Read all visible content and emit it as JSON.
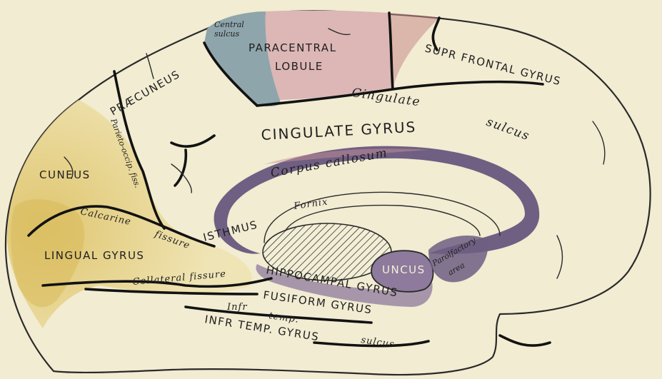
{
  "colors": {
    "background": "#f1ecd2",
    "brain_fill": "#f3efd6",
    "yellow_occipital": "#e6d48d",
    "ochre_lingual": "#d9b95a",
    "blue_central": "#8ea5ab",
    "pink_paracentral": "#dcb7b5",
    "purple_callosum": "#6f5f82",
    "purple_uncus": "#8d7a9c",
    "hatch": "#2a2a2a"
  },
  "labels": {
    "central_sulcus_1": "Central",
    "central_sulcus_2": "sulcus",
    "paracentral_1": "PARACENTRAL",
    "paracentral_2": "LOBULE",
    "sup_frontal": "SUPR FRONTAL GYRUS",
    "praecuneus": "PRÆCUNEUS",
    "cingulate_sulcus_1": "Cingulate",
    "cingulate_sulcus_2": "sulcus",
    "cingulate_gyrus": "CINGULATE GYRUS",
    "parieto_occip": "Parieto-occip. fiss.",
    "cuneus": "CUNEUS",
    "corpus_callosum": "Corpus callosum",
    "fornix": "Fornix",
    "calcarine": "Calcarine",
    "fissure": "fissure",
    "isthmus": "ISTHMUS",
    "lingual_gyrus": "LINGUAL GYRUS",
    "uncus": "UNCUS",
    "parolfactory_1": "Parolfactory",
    "parolfactory_2": "area",
    "collateral_fissure": "Collateral fissure",
    "hippocampal_gyrus": "HIPPOCAMPAL GYRUS",
    "fusiform_gyrus": "FUSIFORM GYRUS",
    "infr_temp_1": "Infr",
    "infr_temp_2": "temp.",
    "inf_temp_gyrus": "INFR TEMP. GYRUS",
    "sulcus_bottom": "sulcus"
  }
}
